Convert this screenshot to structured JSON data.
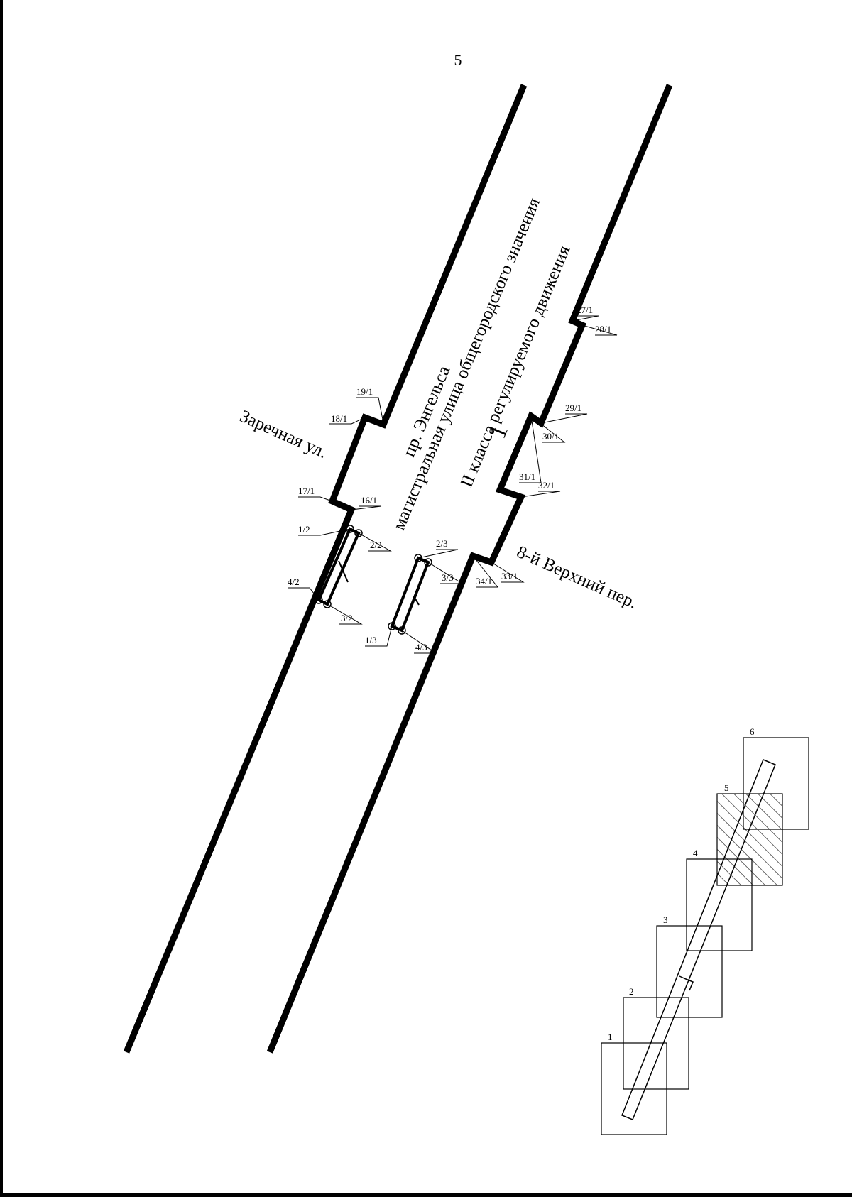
{
  "page_number": "5",
  "road": {
    "name": "пр. Энгельса",
    "category": "магистральная улица общегородского значения",
    "class": "II класса регулируемого движения",
    "number": "1"
  },
  "streets": {
    "left": "Заречная ул.",
    "right": "8-й Верхний пер."
  },
  "point_labels": {
    "p19_1": "19/1",
    "p18_1": "18/1",
    "p17_1": "17/1",
    "p16_1": "16/1",
    "p27_1": "27/1",
    "p28_1": "28/1",
    "p29_1": "29/1",
    "p30_1": "30/1",
    "p31_1": "31/1",
    "p32_1": "32/1",
    "p33_1": "33/1",
    "p34_1": "34/1",
    "p1_2": "1/2",
    "p2_2": "2/2",
    "p3_2": "3/2",
    "p4_2": "4/2",
    "p1_3": "1/3",
    "p2_3": "2/3",
    "p3_3": "3/3",
    "p4_3": "4/3"
  },
  "sheet_index": {
    "labels": [
      "1",
      "2",
      "3",
      "4",
      "5",
      "6"
    ],
    "current_sheet": "5"
  }
}
